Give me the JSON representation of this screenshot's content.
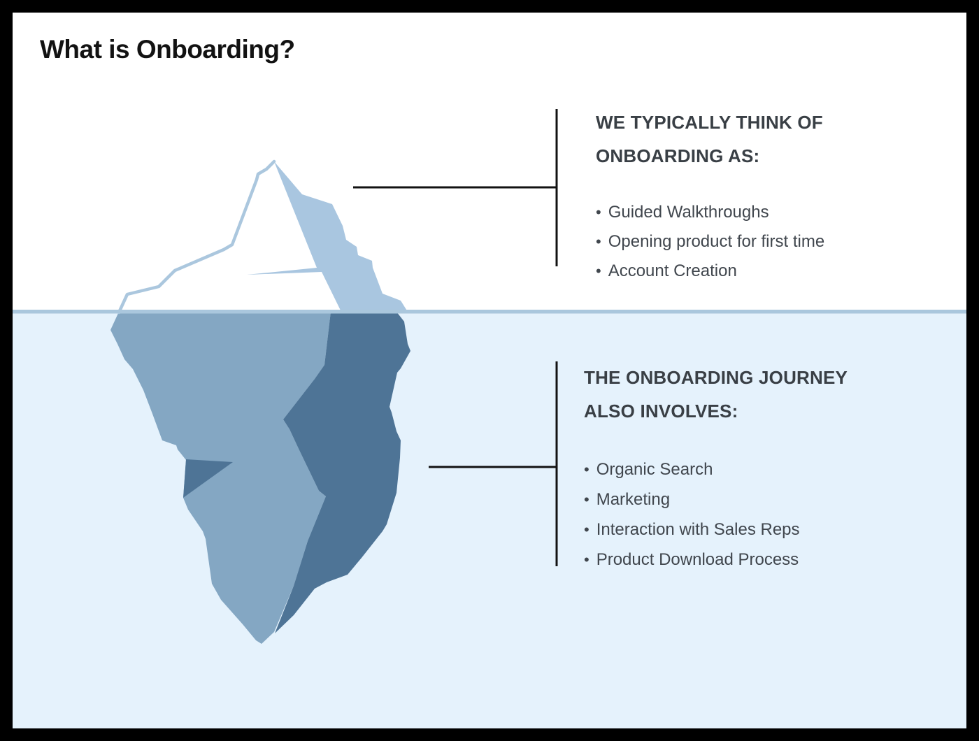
{
  "title": "What is Onboarding?",
  "callout_above": {
    "heading_line1": "WE TYPICALLY THINK OF",
    "heading_line2": "ONBOARDING AS:",
    "items": [
      "Guided Walkthroughs",
      "Opening product for first time",
      "Account Creation"
    ]
  },
  "callout_below": {
    "heading_line1": "THE ONBOARDING JOURNEY",
    "heading_line2": "ALSO INVOLVES:",
    "items": [
      "Organic Search",
      "Marketing",
      "Interaction with Sales Reps",
      "Product Download Process"
    ]
  },
  "illustration": {
    "name": "iceberg above and below waterline",
    "colors": {
      "water": "#e5f2fc",
      "waterline": "#aac7dd",
      "ice_outline": "#abc7de",
      "ice_above_facet": "#a9c6e0",
      "ice_below_body": "#84a7c3",
      "ice_below_facet": "#4e7496"
    }
  },
  "frame": {
    "border_color": "#000000",
    "background": "#ffffff"
  },
  "text_colors": {
    "title": "#121212",
    "heading": "#393f45",
    "body": "#40464d",
    "connector_line": "#121212"
  }
}
